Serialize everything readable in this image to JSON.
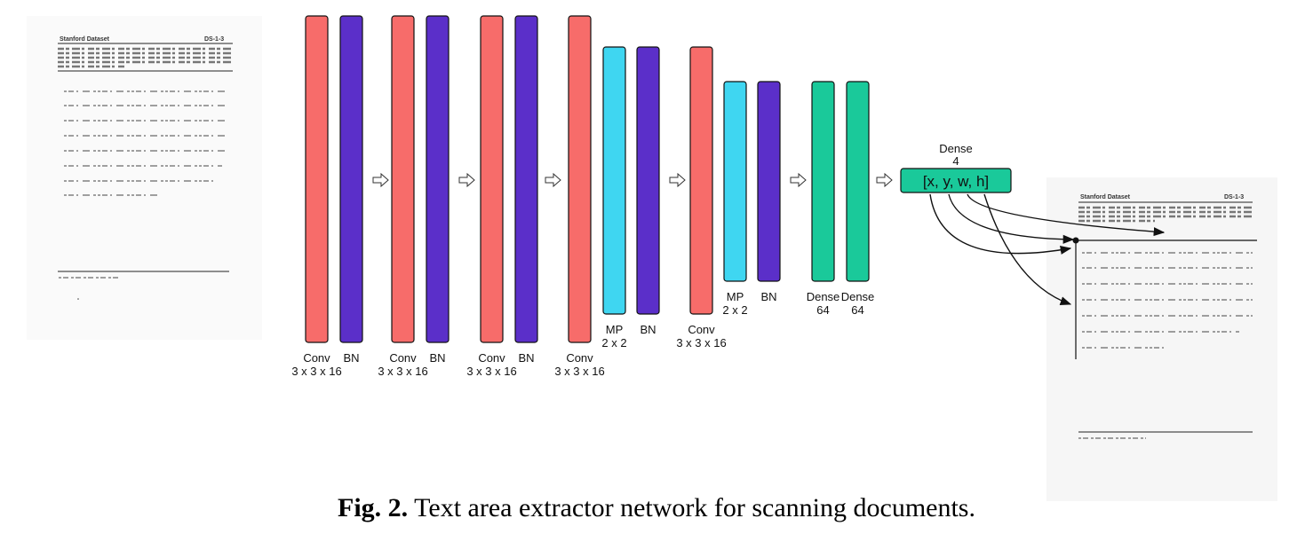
{
  "colors": {
    "conv": "#F76C6A",
    "bn": "#5B2FC9",
    "maxpool": "#3FD6F1",
    "dense": "#1AC99A",
    "output_box": "#1AC99A",
    "outline": "#111111",
    "arrow_fill": "#ffffff"
  },
  "input_document": {
    "header_left": "Stanford Dataset",
    "header_right": "DS-1-3"
  },
  "output_document": {
    "header_left": "Stanford Dataset",
    "header_right": "DS-1-3"
  },
  "layers": [
    {
      "type": "conv",
      "label": "Conv",
      "sublabel": "3 x 3 x 16"
    },
    {
      "type": "bn",
      "label": "BN",
      "sublabel": ""
    },
    {
      "type": "conv",
      "label": "Conv",
      "sublabel": "3 x 3 x 16"
    },
    {
      "type": "bn",
      "label": "BN",
      "sublabel": ""
    },
    {
      "type": "conv",
      "label": "Conv",
      "sublabel": "3 x 3 x 16"
    },
    {
      "type": "bn",
      "label": "BN",
      "sublabel": ""
    },
    {
      "type": "conv",
      "label": "Conv",
      "sublabel": "3 x 3 x 16"
    },
    {
      "type": "maxpool",
      "label": "MP",
      "sublabel": "2 x 2"
    },
    {
      "type": "bn",
      "label": "BN",
      "sublabel": ""
    },
    {
      "type": "conv",
      "label": "Conv",
      "sublabel": "3 x 3 x 16"
    },
    {
      "type": "maxpool",
      "label": "MP",
      "sublabel": "2 x 2"
    },
    {
      "type": "bn",
      "label": "BN",
      "sublabel": ""
    },
    {
      "type": "dense",
      "label": "Dense",
      "sublabel": "64"
    },
    {
      "type": "dense",
      "label": "Dense",
      "sublabel": "64"
    }
  ],
  "output": {
    "title": "Dense",
    "units": "4",
    "text": "[x, y, w, h]"
  },
  "caption": {
    "prefix": "Fig. 2.",
    "text": "Text area extractor network for scanning documents."
  }
}
